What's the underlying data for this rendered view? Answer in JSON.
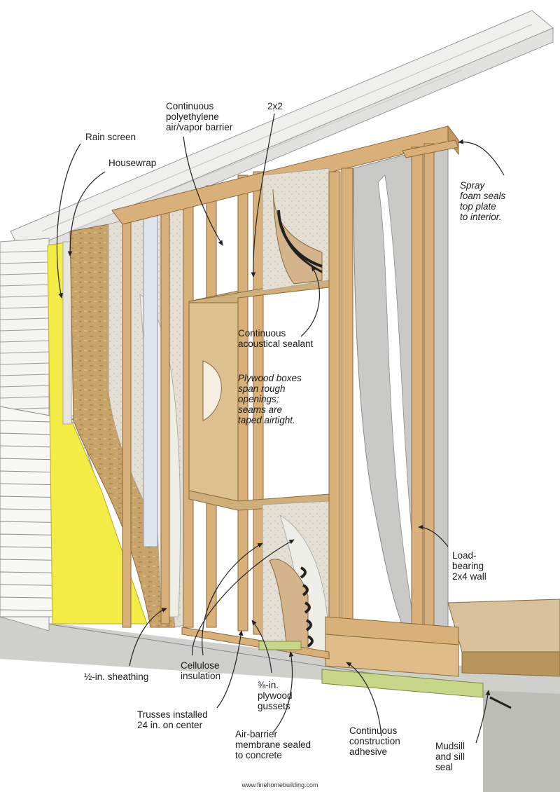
{
  "callouts": {
    "rain_screen": "Rain screen",
    "housewrap": "Housewrap",
    "poly_barrier": "Continuous\npolyethylene\nair/vapor barrier",
    "two_by_two": "2x2",
    "spray_foam": "Spray\nfoam seals\ntop plate\nto interior.",
    "acoustical_sealant": "Continuous\nacoustical sealant",
    "plywood_boxes": "Plywood boxes\nspan rough\nopenings;\nseams are\ntaped airtight.",
    "load_bearing": "Load-\nbearing\n2x4 wall",
    "sheathing": "½-in. sheathing",
    "cellulose": "Cellulose\ninsulation",
    "gussets": "⅜-in.\nplywood\ngussets",
    "trusses": "Trusses installed\n24 in. on center",
    "air_barrier": "Air-barrier\nmembrane sealed\nto concrete",
    "adhesive": "Continuous\nconstruction\nadhesive",
    "mudsill": "Mudsill\nand sill\nseal"
  },
  "footer_url": "www.finehomebuilding.com",
  "colors": {
    "lumber": "#d9b07a",
    "osb": "#c9a46a",
    "housewrap": "#f2ec45",
    "cellulose": "#dedbd2",
    "drywall": "#c9cac8",
    "concrete": "#cfcfcb",
    "subfloor": "#d8c09a",
    "siding": "#f4f4f2",
    "sill_seal": "#c8d68a"
  }
}
